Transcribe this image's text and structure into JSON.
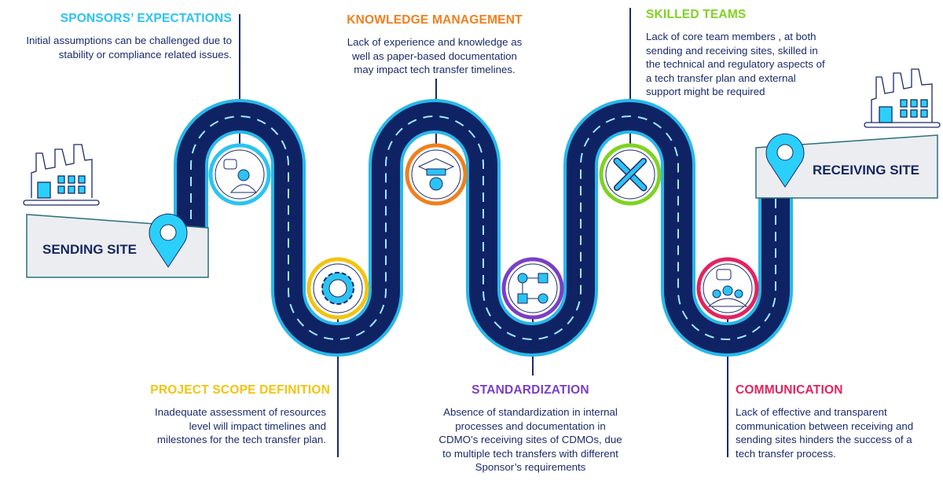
{
  "sites": {
    "sending": "SENDING SITE",
    "receiving": "RECEIVING SITE"
  },
  "stages": [
    {
      "title": "SPONSORS’ EXPECTATIONS",
      "color": "#2bc3f2",
      "icon": "person-speech-icon",
      "lines": [
        "Initial assumptions can be challenged due to",
        "stability or compliance related issues."
      ]
    },
    {
      "title": "PROJECT SCOPE DEFINITION",
      "color": "#f2c40f",
      "icon": "gear-target-icon",
      "lines": [
        "Inadequate assessment of resources",
        "level will impact timelines and",
        "milestones for the tech transfer plan."
      ]
    },
    {
      "title": "KNOWLEDGE MANAGEMENT",
      "color": "#f07f1d",
      "icon": "graduation-cap-gear-icon",
      "lines": [
        "Lack of experience and knowledge as",
        "well as paper-based documentation",
        "may impact tech transfer timelines."
      ]
    },
    {
      "title": "STANDARDIZATION",
      "color": "#7a3fc6",
      "icon": "flowchart-icon",
      "lines": [
        "Absence of standardization in internal",
        "processes and documentation in",
        "CDMO’s receiving sites of CDMOs, due",
        "to multiple tech transfers with different",
        "Sponsor’s requirements"
      ]
    },
    {
      "title": "SKILLED TEAMS",
      "color": "#7ed321",
      "icon": "wrench-screwdriver-icon",
      "lines": [
        "Lack of core team members , at both",
        "sending and receiving sites, skilled in",
        "the technical and regulatory aspects of",
        "a tech transfer plan and external",
        "support might be required"
      ]
    },
    {
      "title": "COMMUNICATION",
      "color": "#e2235f",
      "icon": "group-chat-icon",
      "lines": [
        "Lack of effective and transparent",
        "communication between receiving and",
        "sending sites hinders the success of a",
        "tech transfer process."
      ]
    }
  ]
}
